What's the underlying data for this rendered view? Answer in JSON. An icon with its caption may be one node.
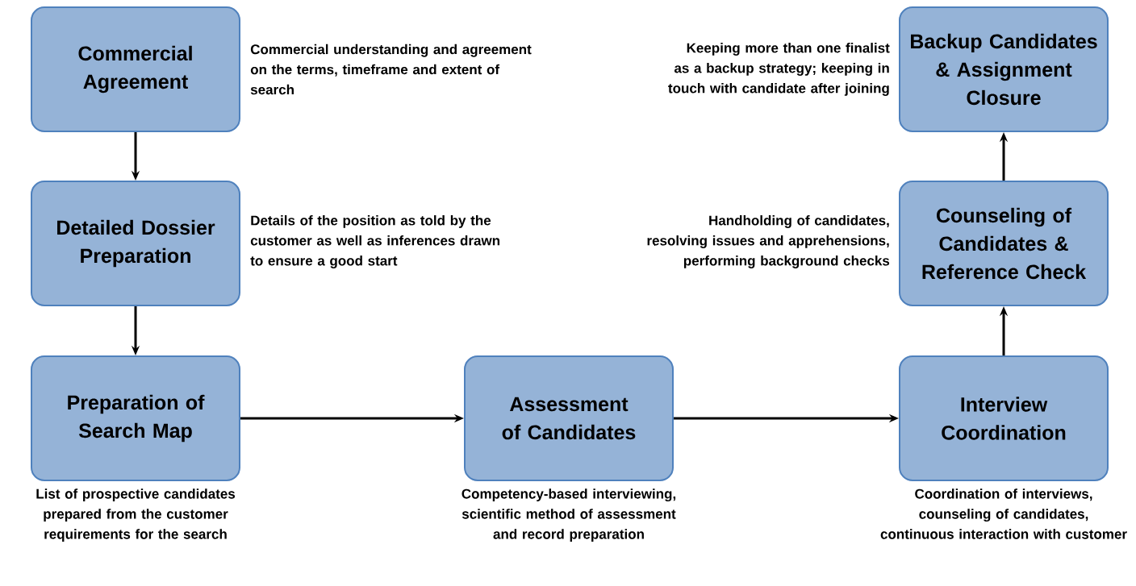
{
  "diagram": {
    "nodes": [
      {
        "text": [
          "Commercial Agreement"
        ],
        "beside": [
          "Commercial understanding and agreement on the terms, timeframe and extent of search"
        ]
      },
      {
        "text": [
          "Detailed Dossier Preparation"
        ],
        "beside": [
          "Details of the position as told by the customer as well as inferences drawn to ensure a good start"
        ]
      },
      {
        "text": [
          "Preparation of Search Map"
        ],
        "beside": [
          "List of prospective candidates prepared from the customer requirements for the search"
        ]
      },
      {
        "text": [
          "Assessment of Candidates"
        ],
        "beside": [
          "Competency-based interviewing, scientific method of assessment and record preparation"
        ]
      },
      {
        "text": [
          "Interview Coordination"
        ],
        "beside": [
          "Coordination of interviews, counseling of candidates, continuous interaction with customer"
        ]
      },
      {
        "text": [
          "Counseling of Candidates & Reference Check"
        ],
        "beside": [
          "Handholding of candidates, resolving issues and apprehensions, performing background checks"
        ]
      },
      {
        "text": [
          "Backup Candidates & Assignment Closure"
        ],
        "beside": [
          "Keeping more than one finalist as a backup strategy; keeping in touch with candidate after joining"
        ]
      }
    ],
    "edges": [
      {
        "from": 0,
        "to": 1,
        "arrow": "to"
      },
      {
        "from": 1,
        "to": 2,
        "arrow": "to"
      },
      {
        "from": 2,
        "to": 3,
        "arrow": "to"
      },
      {
        "from": 3,
        "to": 4,
        "arrow": "to"
      },
      {
        "from": 4,
        "to": 5,
        "arrow": "to"
      },
      {
        "from": 5,
        "to": 6,
        "arrow": "to"
      }
    ]
  }
}
